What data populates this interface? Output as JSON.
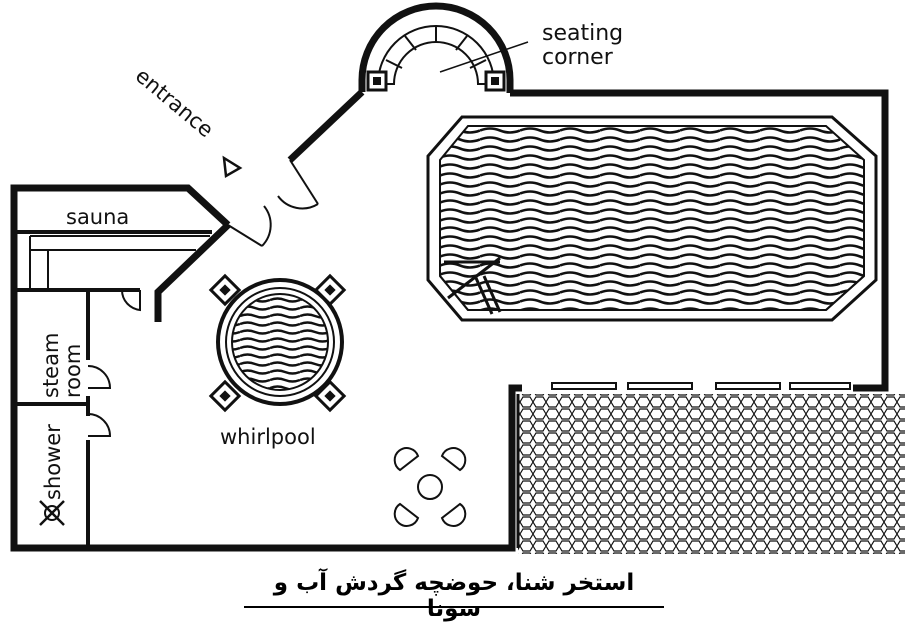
{
  "labels": {
    "seating_corner_1": "seating",
    "seating_corner_2": "corner",
    "entrance": "entrance",
    "sauna": "sauna",
    "steam_room_1": "steam",
    "steam_room_2": "room",
    "shower": "shower",
    "whirlpool": "whirlpool"
  },
  "caption": "استخر شنا، حوضچه گردش آب و سونا",
  "colors": {
    "ink": "#111111",
    "background": "#ffffff"
  }
}
